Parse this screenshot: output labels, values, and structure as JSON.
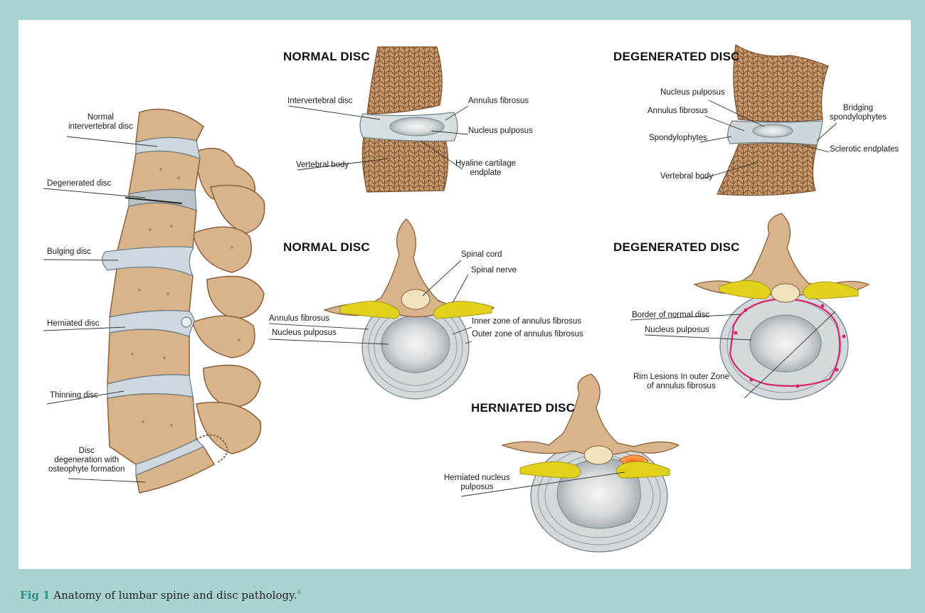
{
  "spine_labels": {
    "normal": "Normal\nintervertebral disc",
    "degenerated": "Degenerated disc",
    "bulging": "Bulging disc",
    "herniated": "Herniated disc",
    "thinning": "Thinning disc",
    "osteophyte": "Disc\ndegeneration with\nosteophyte formation"
  },
  "normal_lateral": {
    "heading": "NORMAL DISC",
    "intervertebral_disc": "Intervertebral disc",
    "annulus_fibrosus": "Annulus fibrosus",
    "nucleus_pulposus": "Nucleus pulposus",
    "vertebral_body": "Vertebral body",
    "hyaline": "Hyaline cartilage\nendplate"
  },
  "degenerated_lateral": {
    "heading": "DEGENERATED DISC",
    "nucleus_pulposus": "Nucleus pulposus",
    "annulus_fibrosus": "Annulus fibrosus",
    "spondylophytes": "Spondylophytes",
    "vertebral_body": "Vertebral body",
    "bridging": "Bridging\nspondylophytes",
    "sclerotic": "Sclerotic endplates"
  },
  "normal_axial": {
    "heading": "NORMAL DISC",
    "spinal_cord": "Spinal cord",
    "spinal_nerve": "Spinal nerve",
    "annulus_fibrosus": "Annulus fibrosus",
    "nucleus_pulposus": "Nucleus pulposus",
    "inner_zone": "Inner zone of annulus fibrosus",
    "outer_zone": "Outer zone of annulus fibrosus"
  },
  "degenerated_axial": {
    "heading": "DEGENERATED DISC",
    "border": "Border of normal disc",
    "nucleus_pulposus": "Nucleus pulposus",
    "rim_lesions": "Rim Lesions In outer Zone\nof annulus fibrosus"
  },
  "herniated_axial": {
    "heading": "HERNIATED DISC",
    "herniated_nucleus": "Herniated nucleus\npulposus"
  },
  "caption": {
    "fig": "Fig 1",
    "text": " Anatomy of lumbar spine and disc pathology.",
    "ref": "4"
  },
  "colors": {
    "frame": "#a9d3cf",
    "bone": "#d9b48b",
    "bone_dark": "#8a5f3c",
    "disc": "#c9d6dd",
    "nerve": "#e3d21c",
    "lesion": "#d8246e",
    "caption_accent": "#2a8f8a"
  }
}
